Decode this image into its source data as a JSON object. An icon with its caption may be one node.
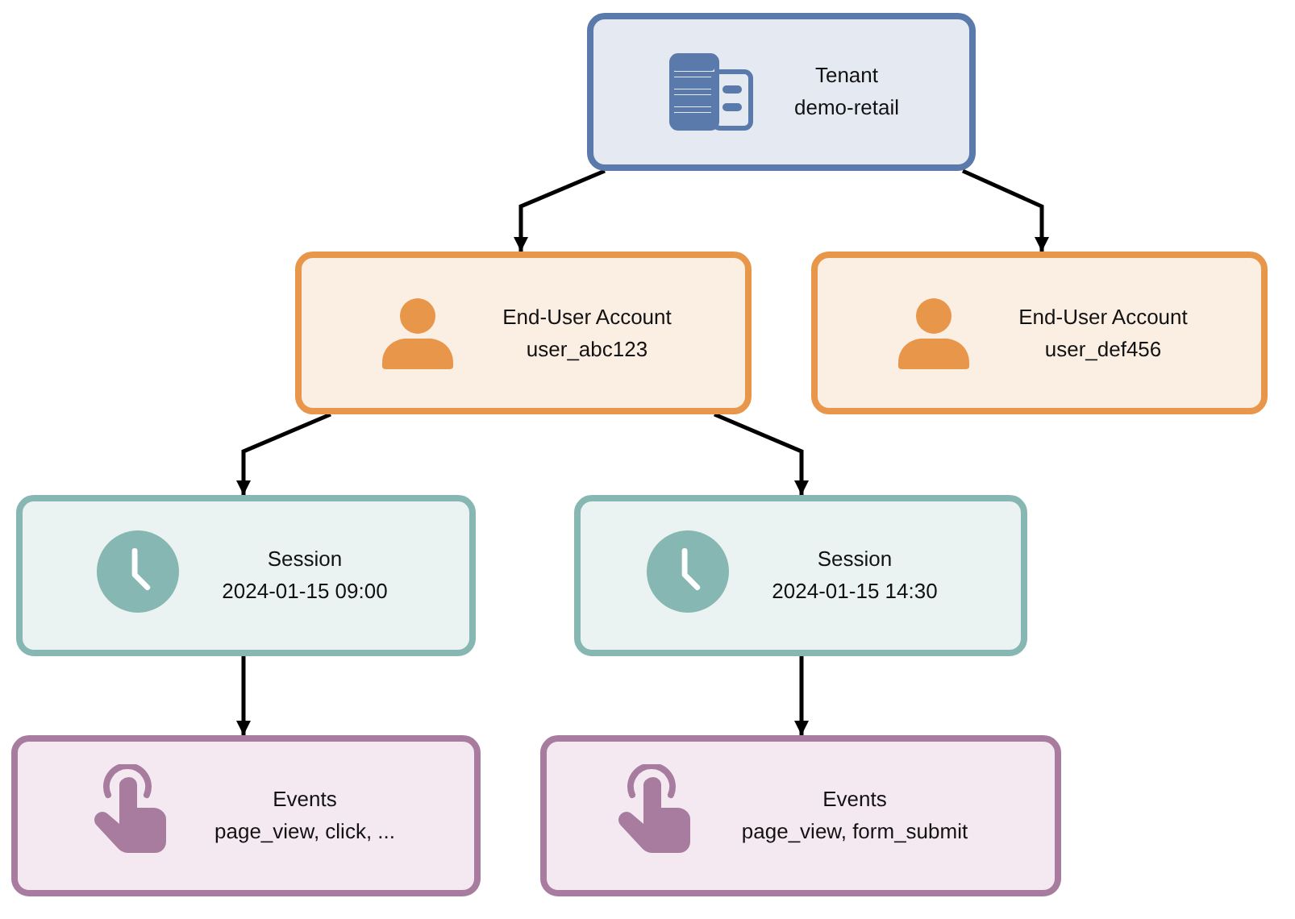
{
  "diagram": {
    "nodes": [
      {
        "text": [
          "Tenant",
          "demo-retail"
        ]
      },
      {
        "text": [
          "End-User Account",
          "user_abc123"
        ]
      },
      {
        "text": [
          "End-User Account",
          "user_def456"
        ]
      },
      {
        "text": [
          "Session",
          "2024-01-15 09:00"
        ]
      },
      {
        "text": [
          "Session",
          "2024-01-15 14:30"
        ]
      },
      {
        "text": [
          "Events",
          "page_view, click, ..."
        ]
      },
      {
        "text": [
          "Events",
          "page_view, form_submit"
        ]
      }
    ],
    "edges": [
      {
        "from": 0,
        "to": 1,
        "arrow": "to"
      },
      {
        "from": 0,
        "to": 2,
        "arrow": "to"
      },
      {
        "from": 1,
        "to": 3,
        "arrow": "to"
      },
      {
        "from": 1,
        "to": 4,
        "arrow": "to"
      },
      {
        "from": 3,
        "to": 5,
        "arrow": "to"
      },
      {
        "from": 4,
        "to": 6,
        "arrow": "to"
      }
    ]
  }
}
